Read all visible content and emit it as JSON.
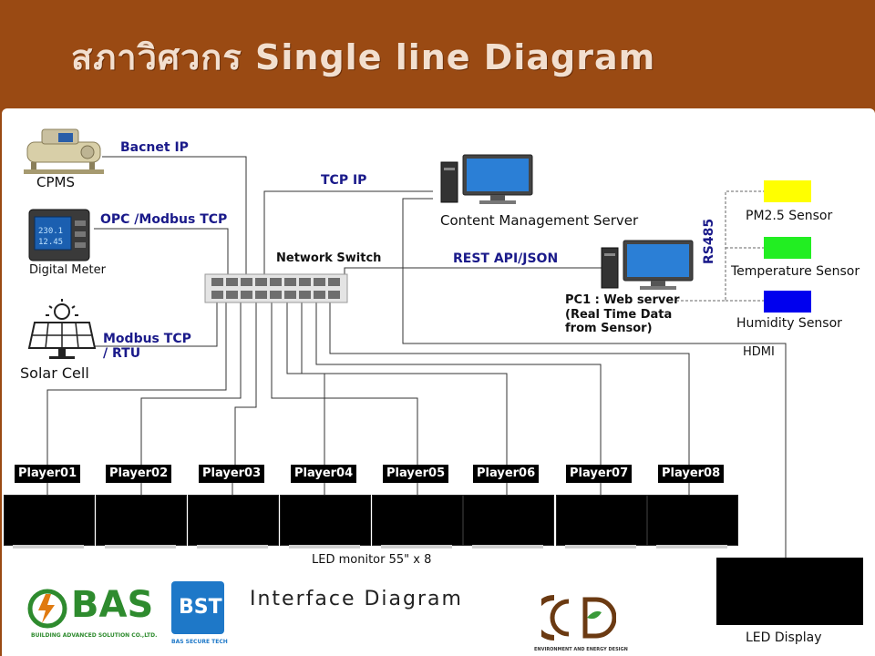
{
  "title": "สภาวิศวกร Single line Diagram",
  "devices": {
    "cpms": "CPMS",
    "digital_meter": "Digital Meter",
    "solar_cell": "Solar Cell",
    "network_switch": "Network Switch",
    "content_server": "Content Management Server",
    "pc1_line1": "PC1 : Web server",
    "pc1_line2": "(Real Time Data",
    "pc1_line3": "from Sensor)"
  },
  "protocols": {
    "bacnet": "Bacnet IP",
    "opc": "OPC /Modbus TCP",
    "modbus_line1": "Modbus TCP",
    "modbus_line2": "/ RTU",
    "tcp_ip": "TCP IP",
    "rest": "REST API/JSON",
    "rs485": "RS485",
    "hdmi": "HDMI"
  },
  "sensors": [
    {
      "label": "PM2.5 Sensor",
      "color": "#ffff00"
    },
    {
      "label": "Temperature Sensor",
      "color": "#22ee22"
    },
    {
      "label": "Humidity Sensor",
      "color": "#0000ee"
    }
  ],
  "players": [
    "Player01",
    "Player02",
    "Player03",
    "Player04",
    "Player05",
    "Player06",
    "Player07",
    "Player08"
  ],
  "monitor_caption": "LED monitor 55\" x 8",
  "interface_caption": "Interface Diagram",
  "led_display": "LED Display",
  "logos": {
    "bas": "BAS",
    "bas_sub": "BUILDING ADVANCED SOLUTION CO.,LTD.",
    "bst": "BST",
    "bst_sub": "BAS SECURE TECH",
    "eed": "EED",
    "eed_sub": "ENVIRONMENT AND ENERGY DESIGN"
  },
  "colors": {
    "header": "#9a4a13",
    "protocol_text": "#1a1a8a"
  }
}
